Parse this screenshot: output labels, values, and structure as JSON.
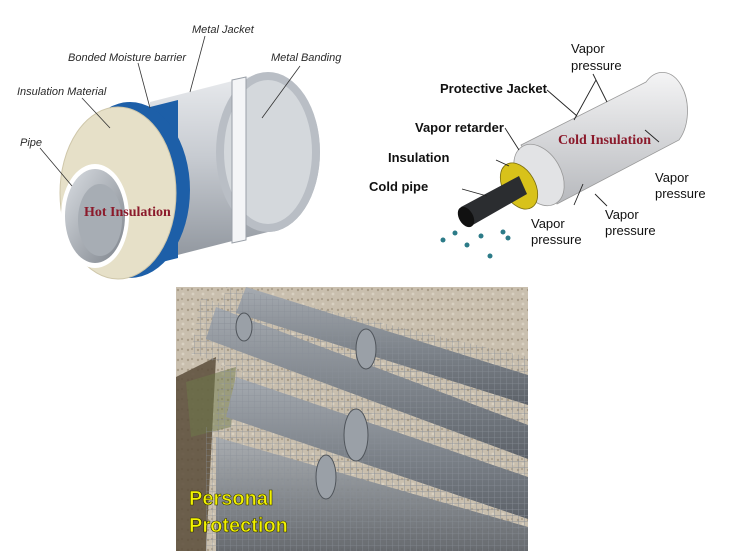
{
  "hot_diagram": {
    "labels": {
      "metal_jacket": "Metal Jacket",
      "moisture_barrier": "Bonded Moisture barrier",
      "metal_banding": "Metal Banding",
      "insulation_material": "Insulation Material",
      "pipe": "Pipe",
      "center": "Hot Insulation"
    }
  },
  "cold_diagram": {
    "labels": {
      "vapor_pressure_top_1": "Vapor",
      "vapor_pressure_top_2": "pressure",
      "protective_jacket": "Protective Jacket",
      "vapor_retarder": "Vapor retarder",
      "insulation": "Insulation",
      "cold_pipe": "Cold pipe",
      "center": "Cold Insulation",
      "vapor_pressure_right_1": "Vapor",
      "vapor_pressure_right_2": "pressure",
      "vapor_pressure_mid_1": "Vapor",
      "vapor_pressure_mid_2": "pressure",
      "vapor_pressure_bottom_1": "Vapor",
      "vapor_pressure_bottom_2": "pressure"
    }
  },
  "photo": {
    "caption_line1": "Personal",
    "caption_line2": "Protection"
  },
  "colors": {
    "hot_center_text": "#8b1a2b",
    "caption": "#f2f200",
    "barrier_blue": "#1d5fa8",
    "insulation_cream": "#e6e0c8",
    "cold_insulation_yellow": "#d8c21a"
  }
}
